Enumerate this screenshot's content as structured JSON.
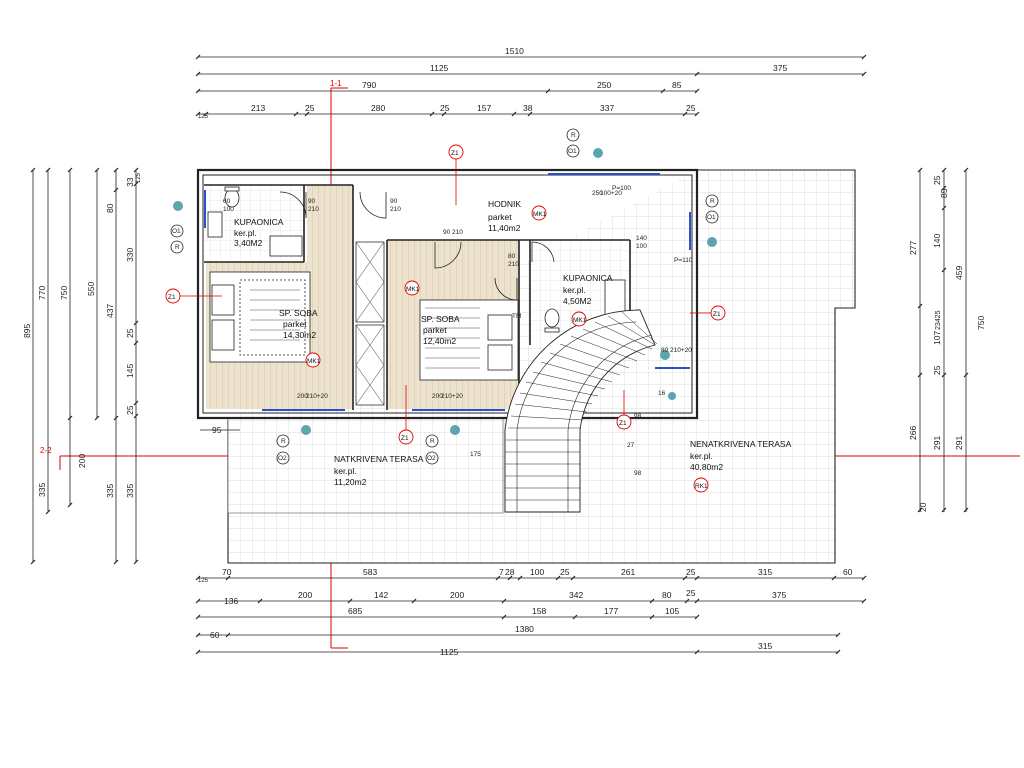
{
  "colors": {
    "wall": "#222222",
    "red": "#e00000",
    "floor": "#eadfc9",
    "grid": "#555555",
    "teal": "#5aa6b0"
  },
  "dims_top": {
    "r1": [
      "1510"
    ],
    "r2": [
      "1125",
      "375"
    ],
    "r3": [
      "790",
      "250",
      "85"
    ],
    "r4": [
      "125",
      "213",
      "25",
      "280",
      "25",
      "157",
      "38",
      "337",
      "25"
    ]
  },
  "dims_bottom": {
    "r1": [
      "125",
      "70",
      "583",
      "7",
      "28",
      "100",
      "25",
      "261",
      "25",
      "315",
      "60"
    ],
    "r2": [
      "136",
      "200",
      "142",
      "200",
      "342",
      "80",
      "25",
      "375"
    ],
    "r3": [
      "685",
      "158",
      "177",
      "105"
    ],
    "r4": [
      "60",
      "1380"
    ],
    "r5": [
      "1125",
      "315"
    ]
  },
  "dims_left": {
    "c1": [
      "895"
    ],
    "c2": [
      "770",
      "335"
    ],
    "c3": [
      "750",
      "200"
    ],
    "c4": [
      "550"
    ],
    "c5": [
      "80",
      "437",
      "335"
    ],
    "c6": [
      "33",
      "330",
      "25",
      "145",
      "25"
    ],
    "c7": [
      "125"
    ],
    "misc": [
      "95"
    ]
  },
  "dims_right": {
    "c1": [
      "25",
      "85",
      "140",
      "459",
      "107",
      "25",
      "266",
      "291",
      "20"
    ],
    "c2": [
      "277",
      "23425",
      "291"
    ],
    "c3": [
      "750"
    ]
  },
  "sections": {
    "s1": "1-1",
    "s2": "2-2"
  },
  "rooms": [
    {
      "name": "KUPAONICA",
      "floor": "ker.pl.",
      "area": "3,40M2"
    },
    {
      "name": "SP. SOBA",
      "floor": "parket",
      "area": "14,30m2"
    },
    {
      "name": "SP. SOBA",
      "floor": "parket",
      "area": "12,40m2"
    },
    {
      "name": "HODNIK",
      "floor": "parket",
      "area": "11,40m2"
    },
    {
      "name": "KUPAONICA",
      "floor": "ker.pl.",
      "area": "4,50M2"
    },
    {
      "name": "NATKRIVENA TERASA",
      "floor": "ker.pl.",
      "area": "11,20m2"
    },
    {
      "name": "NENATKRIVENA TERASA",
      "floor": "ker.pl.",
      "area": "40,80m2"
    }
  ],
  "openings": {
    "d1": [
      "90",
      "210"
    ],
    "d2": [
      "90",
      "210"
    ],
    "d3": [
      "90",
      "210"
    ],
    "d4": [
      "80",
      "210"
    ],
    "d5": [
      "80",
      "210"
    ],
    "w1": [
      "60",
      "100"
    ],
    "w2": [
      "140",
      "100"
    ],
    "w3": [
      "200",
      "210+20"
    ],
    "w4": [
      "200",
      "210+20"
    ],
    "w5": [
      "80",
      "210+20"
    ],
    "w6": [
      "250",
      "100+20"
    ],
    "extra": [
      "P=100",
      "P=110",
      "16",
      "98",
      "27",
      "98",
      "175",
      "TM"
    ]
  },
  "tags": {
    "Z1": "Z1",
    "MK1": "MK1",
    "RK1": "RK1",
    "O1": "O1",
    "O2": "O2",
    "R": "R"
  }
}
